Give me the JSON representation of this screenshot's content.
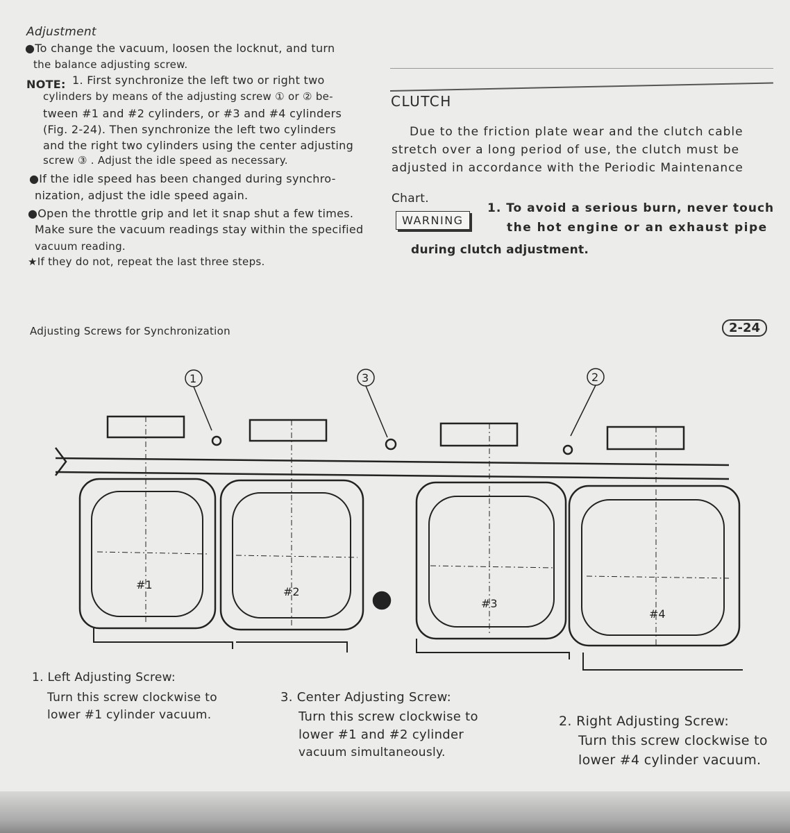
{
  "left_column": {
    "heading": "Adjustment",
    "lines": [
      "●To change the vacuum, loosen the locknut, and turn",
      "the balance adjusting screw.",
      "1. First synchronize the left two or right two",
      "cylinders by means of the adjusting screw ① or ② be-",
      "tween #1 and #2 cylinders, or #3 and #4 cylinders",
      "(Fig. 2-24).  Then synchronize the left two cylinders",
      "and the right two cylinders using the center adjusting",
      "screw ③ .  Adjust the idle speed as necessary.",
      "●If the idle speed has been changed during synchro-",
      "nization, adjust the idle speed again.",
      "●Open the throttle grip and let it snap shut a few times.",
      "Make sure the vacuum readings stay within the specified",
      "vacuum reading.",
      "★If they do not, repeat the last three steps."
    ],
    "note_label": "NOTE:"
  },
  "right_column": {
    "section_title": "CLUTCH",
    "lines": [
      "Due to the friction plate wear and the clutch cable",
      "stretch over a long period of use, the clutch must be",
      "adjusted in accordance with the Periodic Maintenance",
      "Chart."
    ],
    "warning_label": "WARNING",
    "warning_lines": [
      "1. To avoid a serious burn, never touch",
      "the hot engine or an exhaust pipe",
      "during clutch adjustment."
    ]
  },
  "figure": {
    "caption": "Adjusting Screws for Synchronization",
    "number": "2-24",
    "callouts": [
      "1",
      "3",
      "2"
    ],
    "cylinders": [
      "#1",
      "#2",
      "#3",
      "#4"
    ],
    "legend": [
      {
        "title": "1. Left Adjusting Screw:",
        "lines": [
          "Turn this screw clockwise to",
          "lower #1 cylinder vacuum."
        ]
      },
      {
        "title": "3. Center Adjusting Screw:",
        "lines": [
          "Turn this screw clockwise to",
          "lower #1 and #2 cylinder",
          "vacuum simultaneously."
        ]
      },
      {
        "title": "2. Right Adjusting Screw:",
        "lines": [
          "Turn this screw clockwise to",
          "lower #4 cylinder vacuum."
        ]
      }
    ]
  }
}
